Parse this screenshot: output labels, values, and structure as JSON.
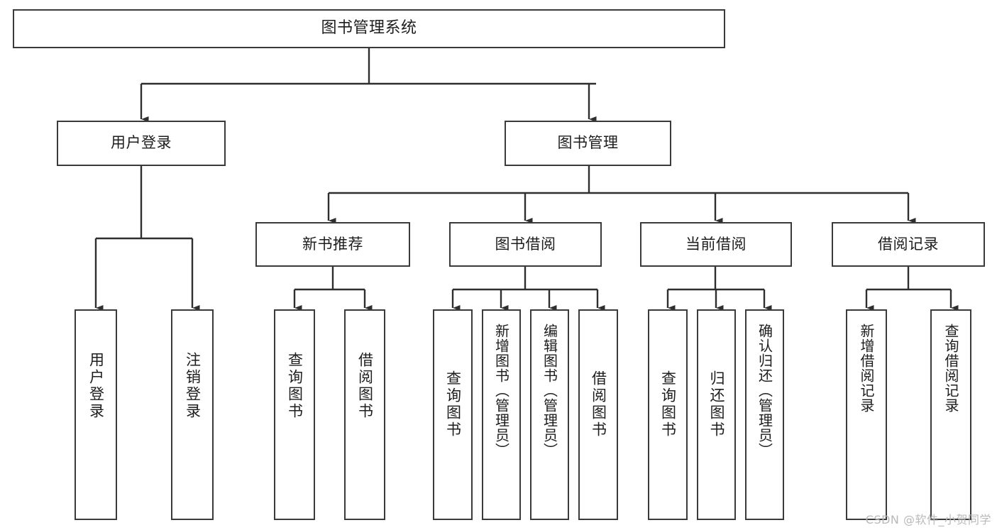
{
  "diagram": {
    "title": "图书管理系统",
    "watermark": "CSDN @软件_小贺同学",
    "colors": {
      "background": "#ffffff",
      "box_border": "#3a3a3a",
      "connector": "#2e2e2e",
      "text": "#1d1d1d",
      "watermark": "#b9b9b9"
    },
    "root": {
      "label": "图书管理系统"
    },
    "level1": [
      {
        "label": "用户登录"
      },
      {
        "label": "图书管理"
      }
    ],
    "level2": [
      {
        "label": "新书推荐"
      },
      {
        "label": "图书借阅"
      },
      {
        "label": "当前借阅"
      },
      {
        "label": "借阅记录"
      }
    ],
    "leaves": {
      "user_login": [
        {
          "label": "用户登录"
        },
        {
          "label": "注销登录"
        }
      ],
      "new_book": [
        {
          "label": "查询图书"
        },
        {
          "label": "借阅图书"
        }
      ],
      "book_borrow": [
        {
          "label": "查询图书"
        },
        {
          "label": "新增图书（管理员）"
        },
        {
          "label": "编辑图书（管理员）"
        },
        {
          "label": "借阅图书"
        }
      ],
      "current_borrow": [
        {
          "label": "查询图书"
        },
        {
          "label": "归还图书"
        },
        {
          "label": "确认归还（管理员）"
        }
      ],
      "borrow_record": [
        {
          "label": "新增借阅记录"
        },
        {
          "label": "查询借阅记录"
        }
      ]
    }
  }
}
